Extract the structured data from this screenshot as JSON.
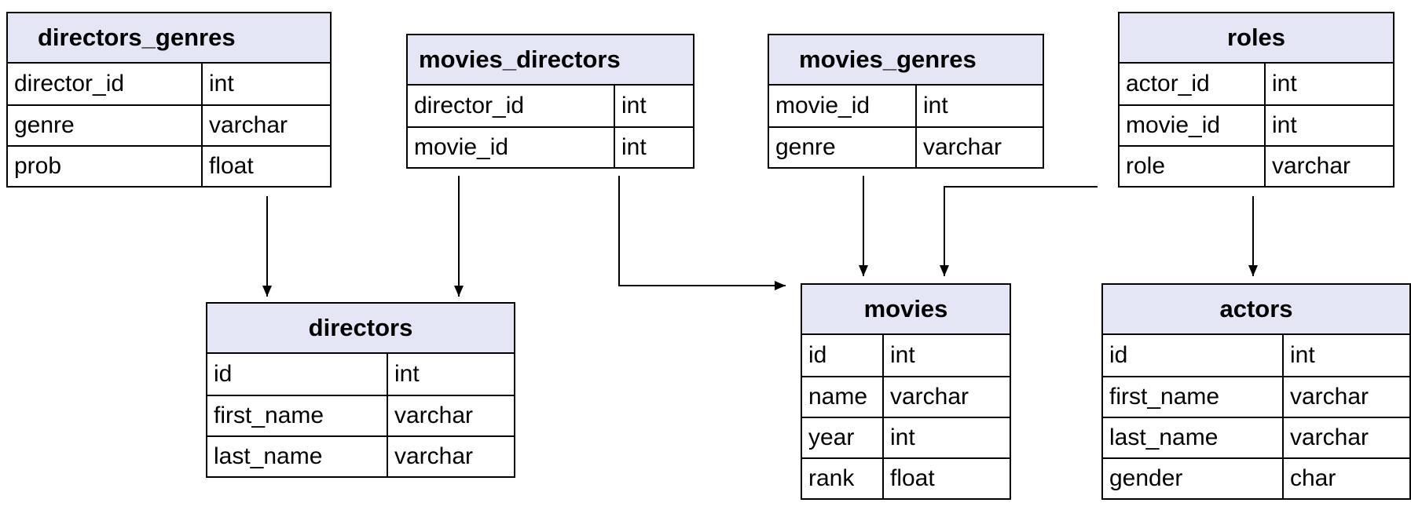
{
  "tables": {
    "directors_genres": {
      "title": "directors_genres",
      "rows": [
        {
          "name": "director_id",
          "type": "int"
        },
        {
          "name": "genre",
          "type": "varchar"
        },
        {
          "name": "prob",
          "type": "float"
        }
      ]
    },
    "movies_directors": {
      "title": "movies_directors",
      "rows": [
        {
          "name": "director_id",
          "type": "int"
        },
        {
          "name": "movie_id",
          "type": "int"
        }
      ]
    },
    "movies_genres": {
      "title": "movies_genres",
      "rows": [
        {
          "name": "movie_id",
          "type": "int"
        },
        {
          "name": "genre",
          "type": "varchar"
        }
      ]
    },
    "roles": {
      "title": "roles",
      "rows": [
        {
          "name": "actor_id",
          "type": "int"
        },
        {
          "name": "movie_id",
          "type": "int"
        },
        {
          "name": "role",
          "type": "varchar"
        }
      ]
    },
    "directors": {
      "title": "directors",
      "rows": [
        {
          "name": "id",
          "type": "int"
        },
        {
          "name": "first_name",
          "type": "varchar"
        },
        {
          "name": "last_name",
          "type": "varchar"
        }
      ]
    },
    "movies": {
      "title": "movies",
      "rows": [
        {
          "name": "id",
          "type": "int"
        },
        {
          "name": "name",
          "type": "varchar"
        },
        {
          "name": "year",
          "type": "int"
        },
        {
          "name": "rank",
          "type": "float"
        }
      ]
    },
    "actors": {
      "title": "actors",
      "rows": [
        {
          "name": "id",
          "type": "int"
        },
        {
          "name": "first_name",
          "type": "varchar"
        },
        {
          "name": "last_name",
          "type": "varchar"
        },
        {
          "name": "gender",
          "type": "char"
        }
      ]
    }
  },
  "relationships": [
    {
      "from": "directors_genres",
      "to": "directors"
    },
    {
      "from": "movies_directors",
      "to": "directors"
    },
    {
      "from": "movies_directors",
      "to": "movies"
    },
    {
      "from": "movies_genres",
      "to": "movies"
    },
    {
      "from": "roles",
      "to": "movies"
    },
    {
      "from": "roles",
      "to": "actors"
    }
  ],
  "colors": {
    "header_fill": "#e4e5f5",
    "border": "#000000"
  }
}
